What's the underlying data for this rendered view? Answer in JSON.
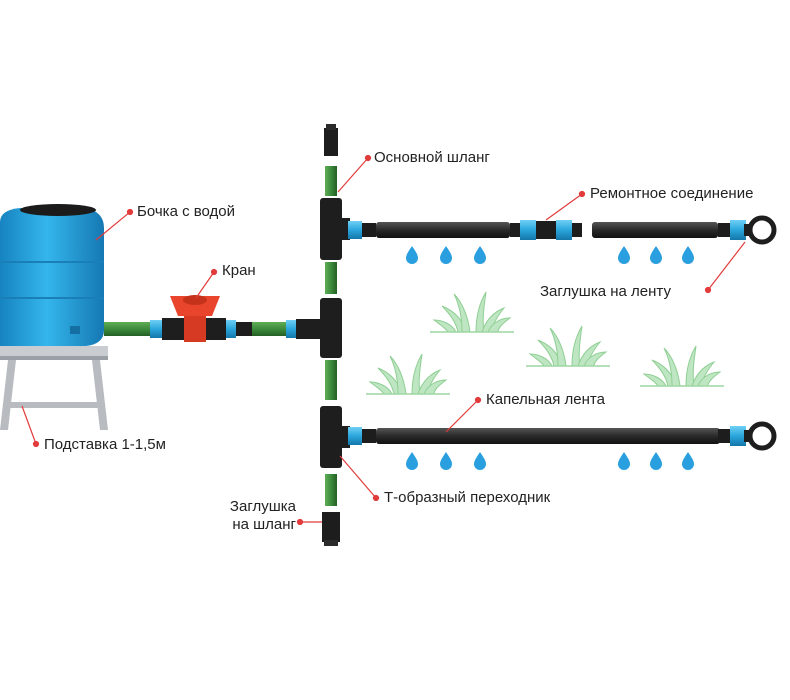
{
  "labels": {
    "main_hose": "Основной шланг",
    "water_tank": "Бочка с водой",
    "valve": "Кран",
    "repair_coupling": "Ремонтное соединение",
    "tape_plug": "Заглушка на ленту",
    "drip_tape": "Капельная лента",
    "stand": "Подставка 1-1,5м",
    "tee_adapter": "Т-образный переходник",
    "hose_plug_line1": "Заглушка",
    "hose_plug_line2": "на шланг"
  },
  "colors": {
    "hose_green": "#3d8b3d",
    "hose_dark": "#2b2b2b",
    "connector_blue": "#2aa6dc",
    "tank_blue": "#1e9bd8",
    "valve_red": "#e8452c",
    "leader_red": "#e23b3b",
    "water_drop": "#2a9fe0",
    "grass": "#9dd6a1",
    "stand_gray": "#b8bcc0"
  }
}
